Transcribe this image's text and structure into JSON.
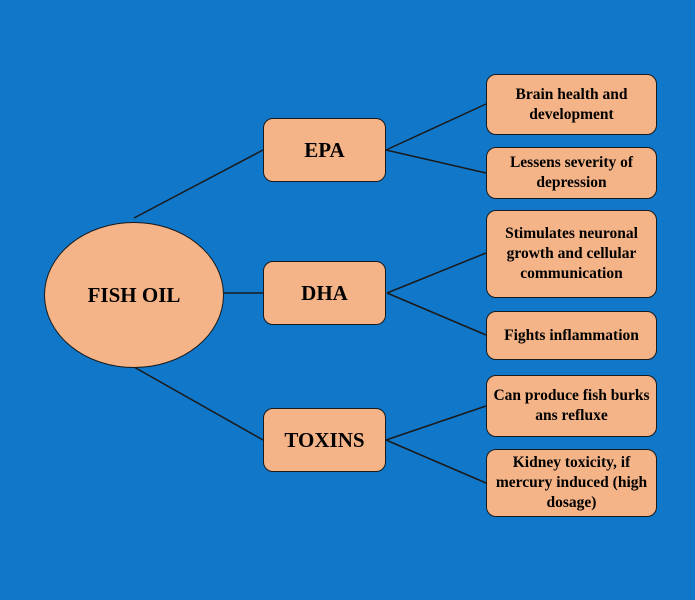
{
  "root": {
    "label": "FISH OIL"
  },
  "branches": [
    {
      "label": "EPA",
      "leaves": [
        "Brain health and development",
        "Lessens severity of depression"
      ]
    },
    {
      "label": "DHA",
      "leaves": [
        "Stimulates neuronal growth and cellular communication",
        "Fights inflammation"
      ]
    },
    {
      "label": "TOXINS",
      "leaves": [
        "Can produce fish burks ans refluxe",
        "Kidney toxicity, if mercury induced (high dosage)"
      ]
    }
  ],
  "colors": {
    "background": "#1177c9",
    "node_fill": "#f5b487",
    "line": "#1a1a1a"
  }
}
